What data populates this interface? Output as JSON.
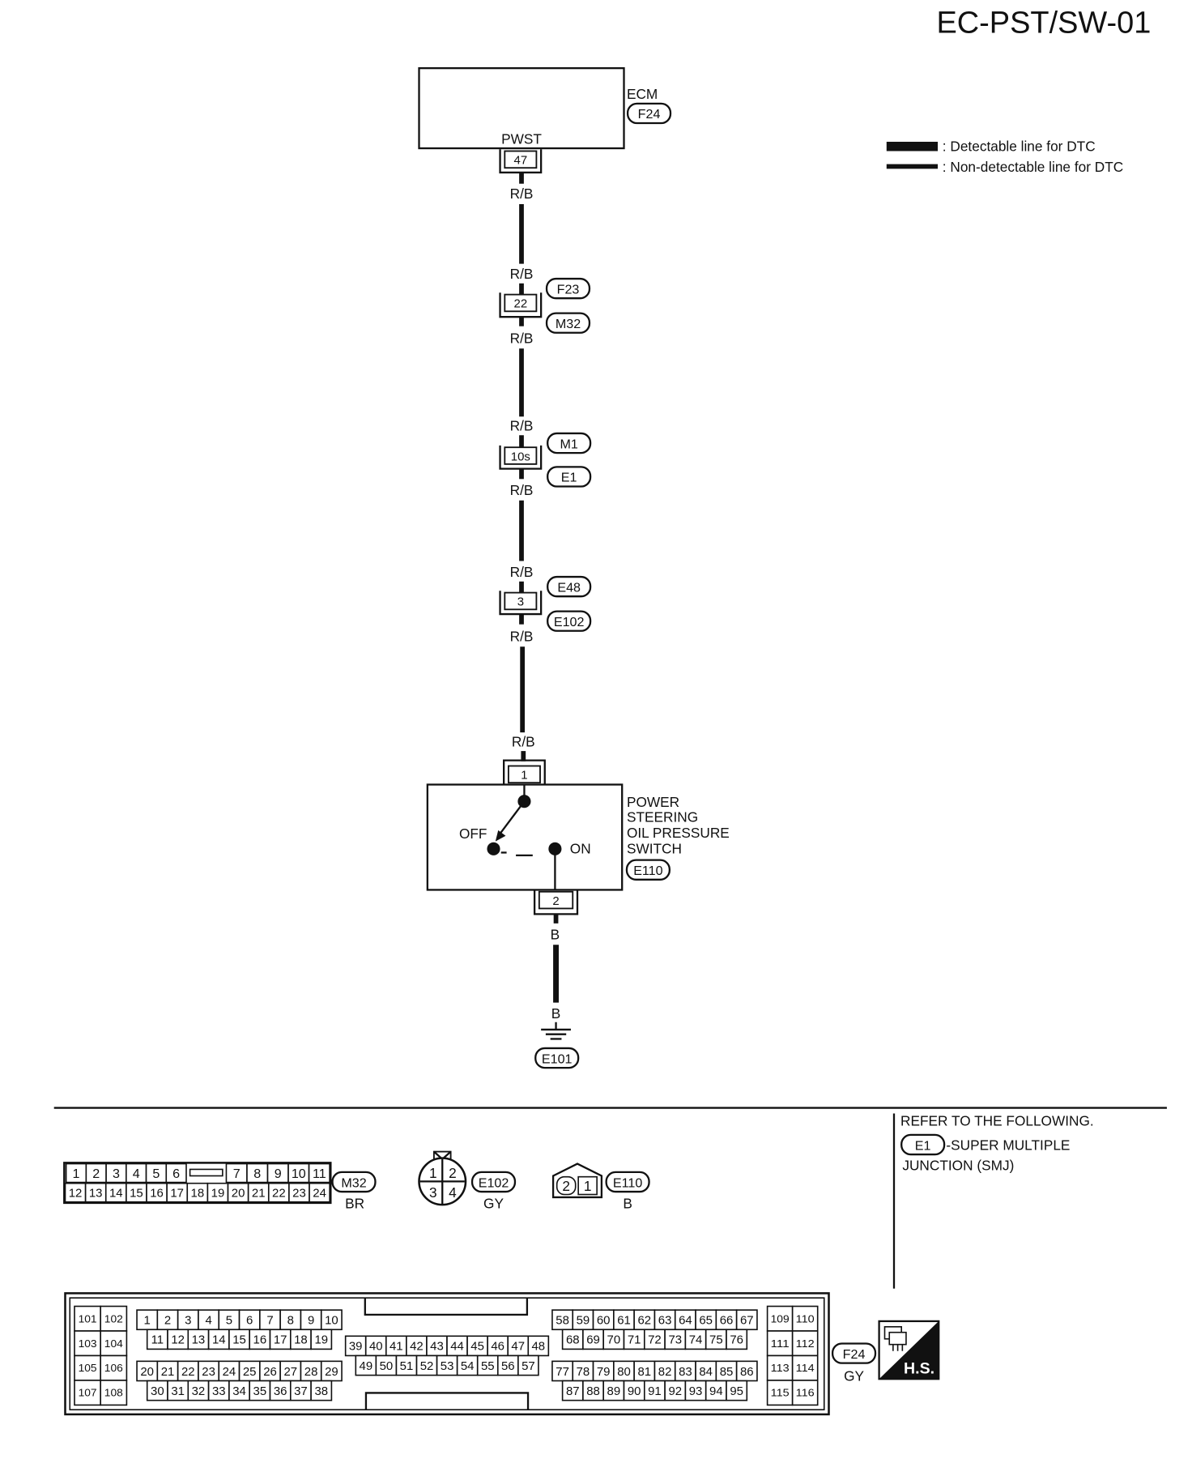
{
  "page": {
    "code": "EC-PST/SW-01"
  },
  "legend": {
    "detectable": ": Detectable line for DTC",
    "non_detectable": ": Non-detectable line for DTC"
  },
  "ecm": {
    "label": "ECM",
    "connector": "F24",
    "terminal_name": "PWST",
    "terminal": "47"
  },
  "wire_labels": [
    "R/B",
    "R/B",
    "R/B",
    "R/B",
    "R/B",
    "R/B",
    "R/B",
    "R/B",
    "B",
    "B"
  ],
  "connections": [
    {
      "terminal": "22",
      "connectors": [
        "F23",
        "M32"
      ]
    },
    {
      "terminal": "10s",
      "connectors": [
        "M1",
        "E1"
      ]
    },
    {
      "terminal": "3",
      "connectors": [
        "E48",
        "E102"
      ]
    }
  ],
  "switch": {
    "terminal_in": "1",
    "terminal_out": "2",
    "name_lines": [
      "POWER",
      "STEERING",
      "OIL PRESSURE",
      "SWITCH"
    ],
    "connector": "E110",
    "off": "OFF",
    "on": "ON"
  },
  "ground": {
    "connector": "E101"
  },
  "reference": {
    "heading": "REFER TO THE FOLLOWING.",
    "connector": "E1",
    "text": "-SUPER MULTIPLE",
    "text2": "JUNCTION (SMJ)"
  },
  "connector_views": {
    "m32": {
      "id": "M32",
      "color": "BR",
      "top_left": [
        "1",
        "2",
        "3",
        "4",
        "5",
        "6"
      ],
      "top_right": [
        "7",
        "8",
        "9",
        "10",
        "11"
      ],
      "bottom": [
        "12",
        "13",
        "14",
        "15",
        "16",
        "17",
        "18",
        "19",
        "20",
        "21",
        "22",
        "23",
        "24"
      ]
    },
    "e102": {
      "id": "E102",
      "color": "GY",
      "pins": [
        "1",
        "2",
        "3",
        "4"
      ]
    },
    "e110": {
      "id": "E110",
      "color": "B",
      "pins": [
        "2",
        "1"
      ]
    },
    "f24": {
      "id": "F24",
      "color": "GY",
      "left": [
        "101",
        "102",
        "103",
        "104",
        "105",
        "106",
        "107",
        "108"
      ],
      "group_a": [
        [
          "1",
          "2",
          "3",
          "4",
          "5",
          "6",
          "7",
          "8",
          "9",
          "10"
        ],
        [
          "11",
          "12",
          "13",
          "14",
          "15",
          "16",
          "17",
          "18",
          "19"
        ],
        [
          "20",
          "21",
          "22",
          "23",
          "24",
          "25",
          "26",
          "27",
          "28",
          "29"
        ],
        [
          "30",
          "31",
          "32",
          "33",
          "34",
          "35",
          "36",
          "37",
          "38"
        ]
      ],
      "group_b": [
        [
          "39",
          "40",
          "41",
          "42",
          "43",
          "44",
          "45",
          "46",
          "47",
          "48"
        ],
        [
          "49",
          "50",
          "51",
          "52",
          "53",
          "54",
          "55",
          "56",
          "57"
        ]
      ],
      "group_c": [
        [
          "58",
          "59",
          "60",
          "61",
          "62",
          "63",
          "64",
          "65",
          "66",
          "67"
        ],
        [
          "68",
          "69",
          "70",
          "71",
          "72",
          "73",
          "74",
          "75",
          "76"
        ],
        [
          "77",
          "78",
          "79",
          "80",
          "81",
          "82",
          "83",
          "84",
          "85",
          "86"
        ],
        [
          "87",
          "88",
          "89",
          "90",
          "91",
          "92",
          "93",
          "94",
          "95"
        ]
      ],
      "right": [
        "109",
        "110",
        "111",
        "112",
        "113",
        "114",
        "115",
        "116"
      ]
    }
  },
  "icon": {
    "name": "hs-icon",
    "label": "H.S."
  }
}
